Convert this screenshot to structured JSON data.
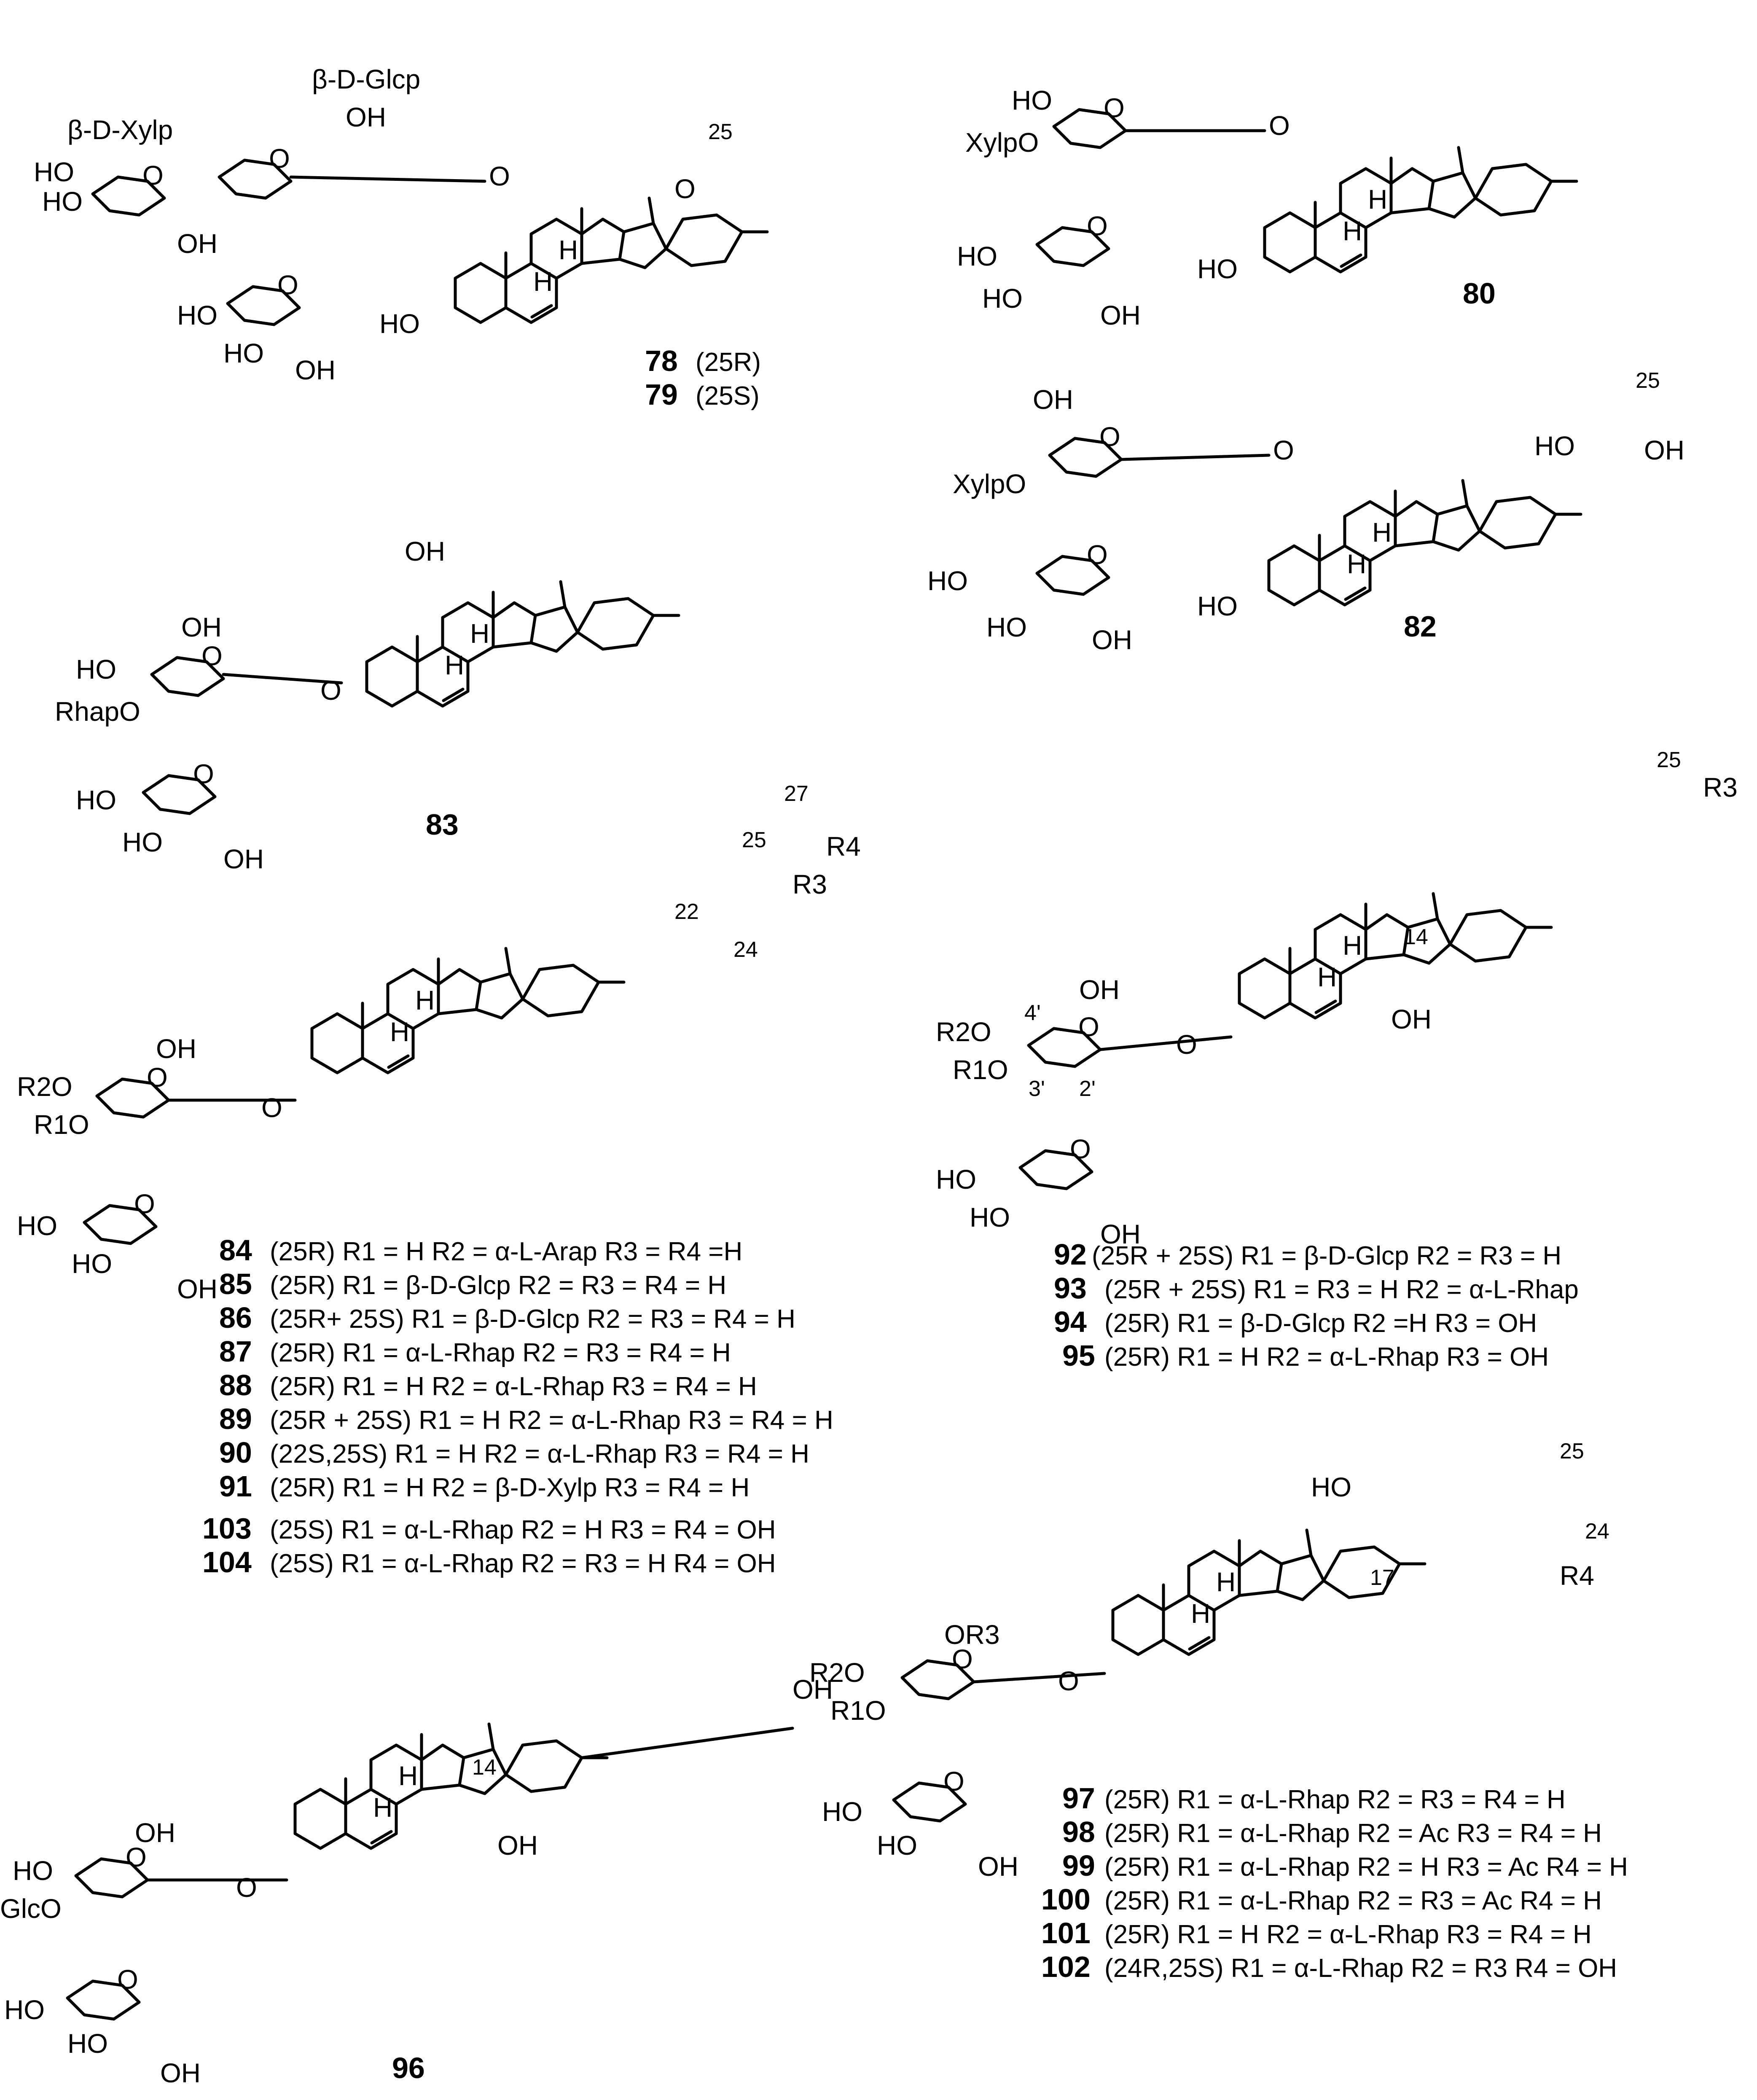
{
  "colors": {
    "ink": "#000000",
    "background": "#ffffff"
  },
  "structures": [
    {
      "id": "s78",
      "numbers": [
        "78",
        "79"
      ],
      "configs": [
        "(25R)",
        "(25S)"
      ],
      "labels": {
        "sugar_top": "β-D-Glcp",
        "sugar_left": "β-D-Xylp",
        "oh": "OH",
        "ho": "HO",
        "h": "H",
        "c25": "25"
      }
    },
    {
      "id": "s80",
      "number": "80",
      "labels": {
        "xylpo": "XylpO",
        "ho": "HO",
        "oh": "OH",
        "h": "H"
      }
    },
    {
      "id": "s82",
      "number": "82",
      "labels": {
        "xylpo": "XylpO",
        "ho": "HO",
        "oh": "OH",
        "h": "H",
        "c25": "25"
      }
    },
    {
      "id": "s83",
      "number": "83",
      "labels": {
        "rhapo": "RhapO",
        "ho": "HO",
        "oh": "OH",
        "h": "H"
      }
    },
    {
      "id": "s84",
      "labels": {
        "r1o": "R1O",
        "r2o": "R2O",
        "r3": "R3",
        "r4": "R4",
        "c22": "22",
        "c24": "24",
        "c25": "25",
        "c27": "27"
      },
      "rows": [
        {
          "num": "84",
          "text": "(25R) R1 = H  R2 = α-L-Arap R3 = R4 =H"
        },
        {
          "num": "85",
          "text": "(25R) R1 = β-D-Glcp  R2 = R3 = R4 = H"
        },
        {
          "num": "86",
          "text": "(25R+ 25S) R1 = β-D-Glcp  R2 = R3 = R4 = H"
        },
        {
          "num": "87",
          "text": "(25R) R1 = α-L-Rhap R2 = R3 = R4 = H"
        },
        {
          "num": "88",
          "text": "(25R) R1 = H  R2 = α-L-Rhap R3 = R4 = H"
        },
        {
          "num": "89",
          "text": "(25R + 25S) R1 = H  R2 = α-L-Rhap R3 = R4 = H"
        },
        {
          "num": "90",
          "text": "(22S,25S) R1 = H  R2 = α-L-Rhap R3 = R4 = H"
        },
        {
          "num": "91",
          "text": "(25R) R1 = H  R2 = β-D-Xylp R3 = R4 = H"
        },
        {
          "num": "103",
          "text": "(25S) R1 = α-L-Rhap R2 = H R3 = R4 = OH"
        },
        {
          "num": "104",
          "text": "(25S) R1 = α-L-Rhap R2 = R3 = H  R4 = OH"
        }
      ]
    },
    {
      "id": "s92",
      "labels": {
        "r1o": "R1O",
        "r2o": "R2O",
        "r3": "R3",
        "c14": "14",
        "c25": "25",
        "c2p": "2'",
        "c3p": "3'",
        "c4p": "4'"
      },
      "rows": [
        {
          "num": "92",
          "text": "(25R + 25S) R1 = β-D-Glcp  R2 = R3 = H"
        },
        {
          "num": "93",
          "text": "(25R + 25S) R1 = R3 = H  R2 = α-L-Rhap"
        },
        {
          "num": "94",
          "text": "(25R) R1 = β-D-Glcp  R2 =H R3 = OH"
        },
        {
          "num": "95",
          "text": "(25R) R1 = H  R2 = α-L-Rhap  R3 = OH"
        }
      ]
    },
    {
      "id": "s96",
      "number": "96",
      "labels": {
        "glco": "GlcO",
        "ho": "HO",
        "oh": "OH",
        "c14": "14"
      }
    },
    {
      "id": "s97",
      "labels": {
        "r1o": "R1O",
        "r2o": "R2O",
        "or3": "OR3",
        "r4": "R4",
        "c17": "17",
        "c24": "24",
        "c25": "25",
        "ho": "HO"
      },
      "rows": [
        {
          "num": "97",
          "text": "(25R) R1 = α-L-Rhap R2 = R3 = R4 = H"
        },
        {
          "num": "98",
          "text": "(25R) R1 = α-L-Rhap R2 = Ac R3 = R4 = H"
        },
        {
          "num": "99",
          "text": "(25R) R1 = α-L-Rhap R2 = H R3 = Ac R4 = H"
        },
        {
          "num": "100",
          "text": "(25R) R1 = α-L-Rhap R2 = R3 = Ac R4 = H"
        },
        {
          "num": "101",
          "text": "(25R) R1 = H  R2 = α-L-Rhap R3 = R4 = H"
        },
        {
          "num": "102",
          "text": "(24R,25S) R1 = α-L-Rhap R2 = R3  R4 = OH"
        }
      ]
    }
  ]
}
